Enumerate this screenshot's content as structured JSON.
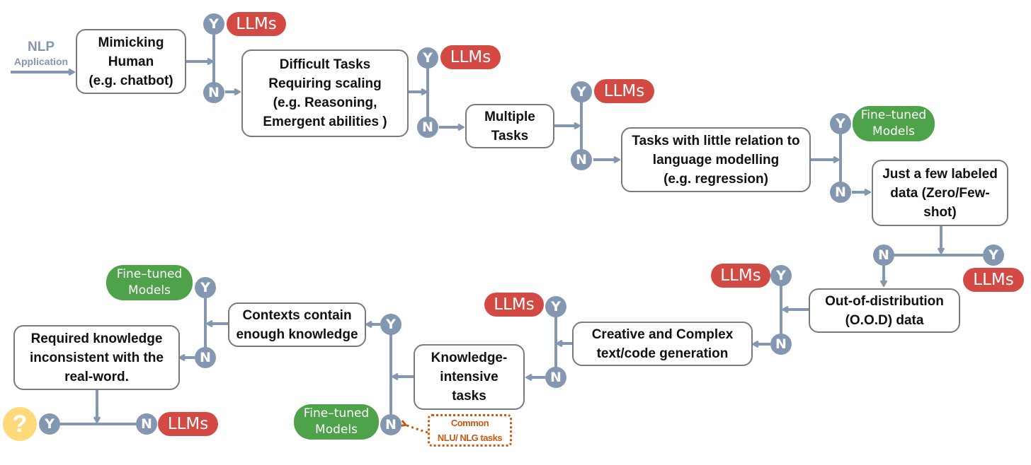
{
  "start": {
    "title": "NLP",
    "subtitle": "Application"
  },
  "nodes": {
    "yes": "Y",
    "no": "N"
  },
  "outcomes": {
    "llm": "LLMs",
    "finetuned": "Fine–tuned\nModels",
    "unknown": "?"
  },
  "boxes": {
    "mimicking": "Mimicking\nHuman\n(e.g. chatbot)",
    "difficult": "Difficult Tasks\nRequiring  scaling\n(e.g. Reasoning,\nEmergent abilities )",
    "multiple": "Multiple\nTasks",
    "little_relation": "Tasks with little relation to\nlanguage modelling\n(e.g. regression)",
    "few_labeled": "Just a few labeled\ndata (Zero/Few-\nshot)",
    "ood": "Out-of-distribution\n(O.O.D) data",
    "creative": "Creative and Complex\ntext/code generation",
    "knowledge_intensive": "Knowledge-\nintensive\ntasks",
    "contexts": "Contexts contain\nenough knowledge",
    "required_knowledge": "Required knowledge\ninconsistent with the\nreal-word."
  },
  "note": "Common\nNLU/ NLG tasks",
  "colors": {
    "line": "#8497b0",
    "llm": "#d24a43",
    "finetuned": "#4ea24a",
    "note": "#c55a11",
    "unknown": "#ffd97a"
  }
}
